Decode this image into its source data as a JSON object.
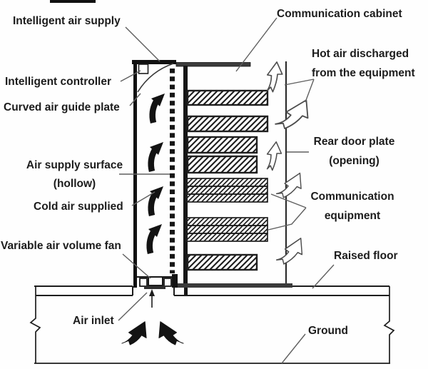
{
  "figure": {
    "title_hint": "Intelligent air supply communication cabinet airflow diagram",
    "colors": {
      "text": "#1c1c1c",
      "structure": "#141414",
      "pointer_line": "#5f5f5f",
      "hollow_arrow_outline": "#4d4d4d",
      "background": "#fefefe"
    },
    "labels": {
      "intelligent_air_supply": "Intelligent air supply",
      "communication_cabinet": "Communication cabinet",
      "intelligent_controller": "Intelligent controller",
      "curved_air_guide_plate": "Curved air guide plate",
      "hot_air_discharged": {
        "line1": "Hot air discharged",
        "line2": "from the equipment"
      },
      "air_supply_surface": {
        "line1": "Air supply surface",
        "line2": "(hollow)"
      },
      "rear_door_plate": {
        "line1": "Rear door plate",
        "line2": "(opening)"
      },
      "cold_air_supplied": "Cold air supplied",
      "communication_equipment": {
        "line1": "Communication",
        "line2": "equipment"
      },
      "variable_air_volume_fan": "Variable air volume fan",
      "raised_floor": "Raised floor",
      "air_inlet": "Air inlet",
      "ground": "Ground"
    }
  }
}
